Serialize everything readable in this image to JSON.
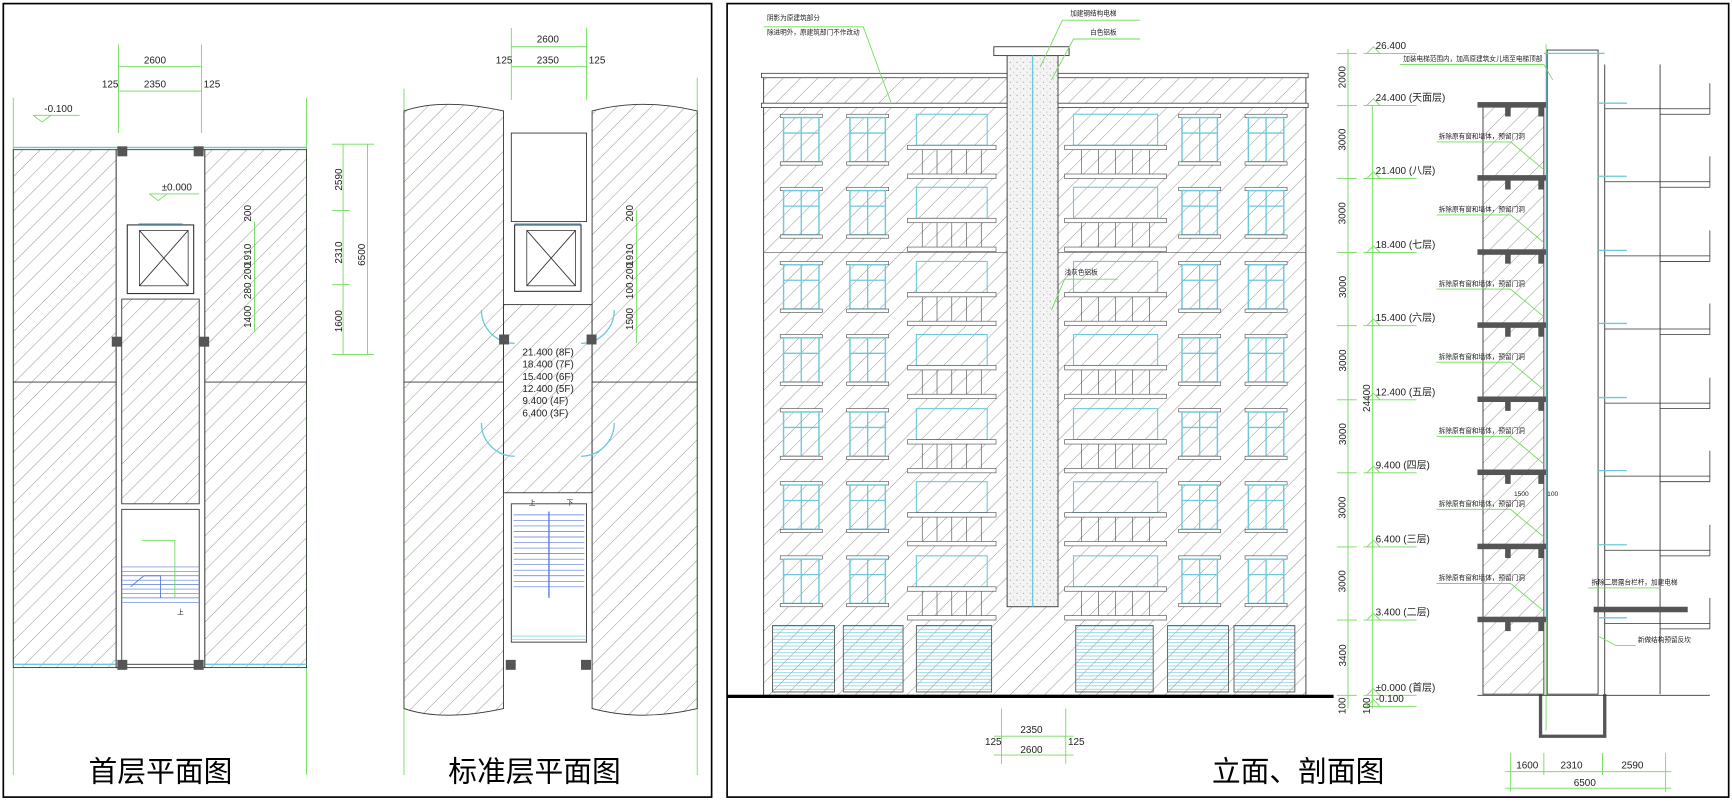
{
  "colors": {
    "dimension": "#6fdc5a",
    "glass": "#6cc9dc",
    "wall": "#333333",
    "column": "#555555"
  },
  "ground_plan": {
    "title": "首层平面图",
    "dim_total": "2600",
    "dim_inner": "2350",
    "dim_side_left": "125",
    "dim_side_right": "125",
    "level_outside": "-0.100",
    "level_inside": "±0.000",
    "right_dims": [
      "2590",
      "2310",
      "1600"
    ],
    "overall": "6500",
    "inner_dims": [
      "200",
      "1910",
      "280 200",
      "1400"
    ],
    "stair_mark": "上"
  },
  "standard_plan": {
    "title": "标准层平面图",
    "dim_total": "2600",
    "dim_inner": "2350",
    "dim_side_left": "125",
    "dim_side_right": "125",
    "inner_dims": [
      "200",
      "1910",
      "100 200",
      "1500"
    ],
    "floor_levels": [
      "21.400 (8F)",
      "18.400 (7F)",
      "15.400 (6F)",
      "12.400 (5F)",
      "9.400 (4F)",
      "6.400 (3F)"
    ],
    "stair_up": "上",
    "stair_down": "下"
  },
  "elevation": {
    "title": "立面、剖面图",
    "notes": {
      "shaded": "阴影为原建筑部分",
      "unchanged": "除进明外，原建筑部门不作改动",
      "steel_elevator": "加建钢结构电梯",
      "white_panel": "白色铝板",
      "grey_panel": "浅灰色铝板"
    },
    "levels": [
      "26.400",
      "24.400 (天面层)",
      "21.400 (八层)",
      "18.400 (七层)",
      "15.400 (六层)",
      "12.400 (五层)",
      "9.400 (四层)",
      "6.400 (三层)",
      "3.400 (二层)",
      "±0.000 (首层)",
      "-0.100"
    ],
    "spans": [
      "2000",
      "3000",
      "3000",
      "3000",
      "3000",
      "3000",
      "3000",
      "3000",
      "3400"
    ],
    "base_dims": [
      "100",
      "100"
    ],
    "total_height": "24400",
    "bottom_dims": {
      "inner": "2350",
      "total": "2600",
      "left": "125",
      "right": "125"
    }
  },
  "section": {
    "top_note": "加装电梯范围内，加高原建筑女儿墙至电梯顶部",
    "demolish_note": "拆除原有窗和墙体，预留门洞",
    "demolish_count": 7,
    "landing_dim": "1500",
    "landing_gap": "100",
    "terrace_note": "拆除二层露台栏杆，加建电梯",
    "curb_note": "新做结构预留反坎",
    "bottom_dims": [
      "1600",
      "2310",
      "2590"
    ],
    "bottom_total": "6500"
  }
}
